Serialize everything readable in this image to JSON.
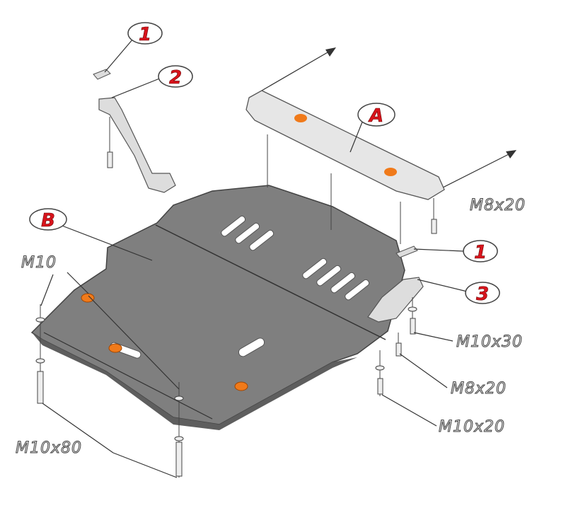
{
  "diagram": {
    "callouts": {
      "c1_top": "1",
      "c2": "2",
      "cA": "A",
      "cB": "B",
      "c1_right": "1",
      "c3": "3"
    },
    "fasteners": {
      "m10": "M10",
      "m8x20_top": "M8x20",
      "m10x30": "M10x30",
      "m8x20": "M8x20",
      "m10x20": "M10x20",
      "m10x80": "M10x80"
    },
    "colors": {
      "plate": "#7f7f7f",
      "bracket": "#e6e6e6",
      "plug": "#f07a1a",
      "callout_text": "#d8141c"
    }
  }
}
